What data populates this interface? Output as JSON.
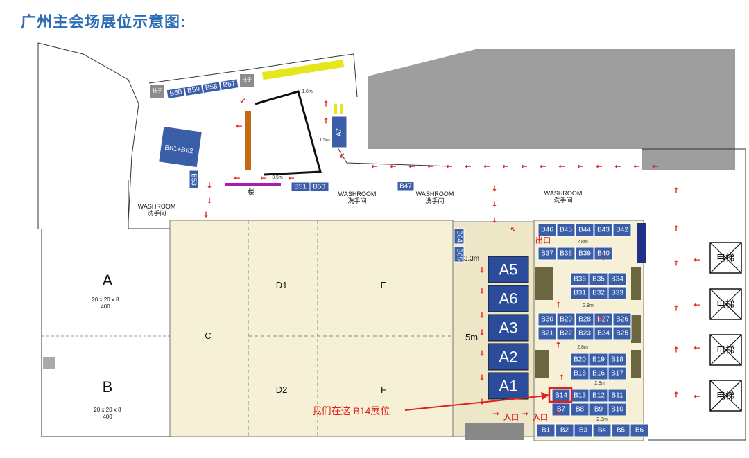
{
  "title": "广州主会场展位示意图:",
  "halls": {
    "A": {
      "label": "A",
      "dims": "20 x 20 x 8",
      "area": "400"
    },
    "B": {
      "label": "B",
      "dims": "20 x 20 x 8",
      "area": "400"
    },
    "C": "C",
    "D1": "D1",
    "D2": "D2",
    "E": "E",
    "F": "F"
  },
  "big_booths": [
    "A5",
    "A6",
    "A3",
    "A2",
    "A1"
  ],
  "a7": "A7",
  "b61b62": "B61+B62",
  "top_booths": [
    "B60",
    "B59",
    "B58",
    "B57"
  ],
  "pillar": "柱子",
  "washrooms": [
    {
      "en": "WASHROOM",
      "zh": "洗手间"
    },
    {
      "en": "WASHROOM",
      "zh": "洗手间"
    },
    {
      "en": "WASHROOM",
      "zh": "洗手间"
    },
    {
      "en": "WASHROOM",
      "zh": "洗手间"
    }
  ],
  "misc_booths": {
    "b51": "B51",
    "b50": "B50",
    "b47": "B47",
    "b53": "B53",
    "b64": "B64",
    "b65": "B65"
  },
  "booth_rows": [
    [
      "B46",
      "B45",
      "B44",
      "B43",
      "B42"
    ],
    [
      "B37",
      "B38",
      "B39",
      "B40"
    ],
    [
      "B36",
      "B35",
      "B34"
    ],
    [
      "B31",
      "B32",
      "B33"
    ],
    [
      "B30",
      "B29",
      "B28",
      "B27",
      "B26"
    ],
    [
      "B21",
      "B22",
      "B23",
      "B24",
      "B25"
    ],
    [
      "B20",
      "B19",
      "B18"
    ],
    [
      "B15",
      "B16",
      "B17"
    ],
    [
      "B14",
      "B13",
      "B12",
      "B11"
    ],
    [
      "B7",
      "B8",
      "B9",
      "B10"
    ],
    [
      "B1",
      "B2",
      "B3",
      "B4",
      "B5",
      "B6"
    ]
  ],
  "elevator": "电梯",
  "entrance": "入口",
  "exit": "出口",
  "stairs": "楼",
  "measures": {
    "m16": "1.6m",
    "m15": "1.5m",
    "m35": "3.5m",
    "m33": "3.3m",
    "m5": "5m",
    "m28": "2.8m"
  },
  "callout": "我们在这 B14展位",
  "colors": {
    "booth": "#3a5ea8",
    "highlight": "#2bb34a",
    "arrow": "#e0201b",
    "title": "#2d6db5",
    "venue": "#f6f0d6",
    "callout_text": "#e0201b"
  }
}
